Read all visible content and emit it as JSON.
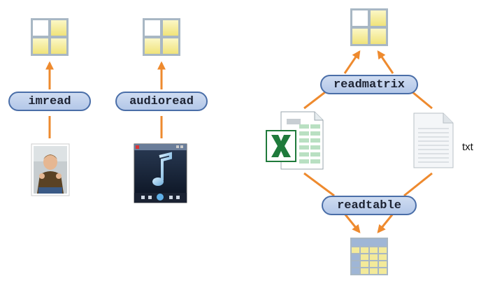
{
  "functions": {
    "imread": "imread",
    "audioread": "audioread",
    "readmatrix": "readmatrix",
    "readtable": "readtable"
  },
  "inputs": {
    "txt_label": "txt"
  },
  "icons": {
    "photo": "baby-photo-icon",
    "audio_player": "media-player-icon",
    "spreadsheet": "excel-spreadsheet-icon",
    "text_file": "text-document-icon",
    "matrix": "matrix-grid-icon",
    "table": "table-grid-icon"
  },
  "colors": {
    "arrow": "#ee8a2e",
    "pill_fill": "#c0d1ee",
    "pill_border": "#4a6ea8",
    "matrix_cell": "#f6ef9a",
    "matrix_frame": "#9aaebf",
    "table_header": "#9fb6d6",
    "excel_green": "#1f7a3b"
  }
}
